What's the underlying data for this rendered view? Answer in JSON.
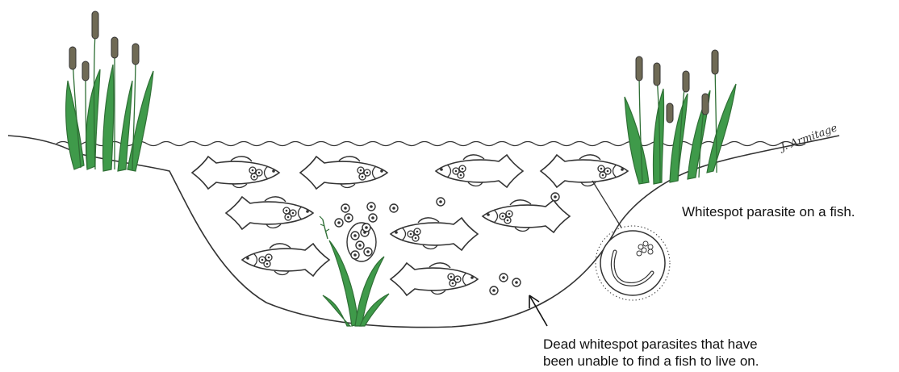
{
  "labels": {
    "whitespot_on_fish": "Whitespot parasite on a fish.",
    "dead_parasites_line1": "Dead whitespot parasites that have",
    "dead_parasites_line2": "been unable to find a fish to live on."
  },
  "signature": "J. Armitage",
  "colors": {
    "ink": "#333333",
    "reed_green": "#3f9a4a",
    "reed_dark": "#2f6f35",
    "cattail_head": "#6f6a55",
    "background": "#ffffff"
  }
}
